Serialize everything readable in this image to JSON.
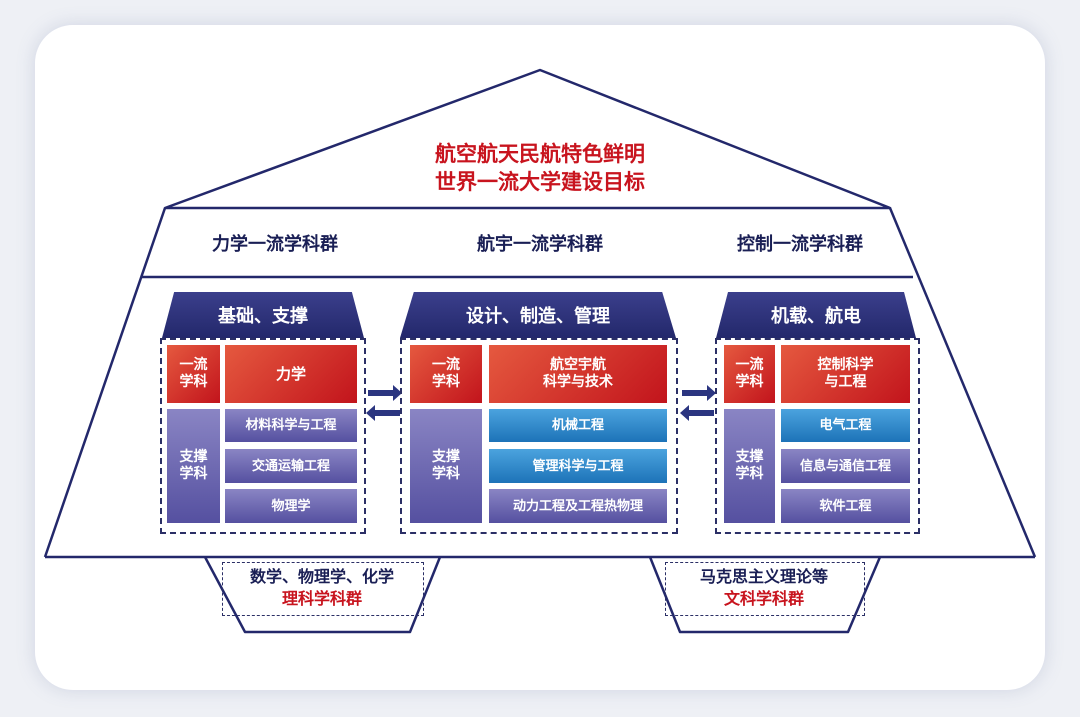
{
  "goal": {
    "line1": "航空航天民航特色鲜明",
    "line2": "世界一流大学建设目标"
  },
  "bands": [
    "力学一流学科群",
    "航宇一流学科群",
    "控制一流学科群"
  ],
  "columns": [
    {
      "header": "基础、支撑",
      "first_label": "一流\n学科",
      "first": "力学",
      "support_label": "支撑\n学科",
      "support": [
        "材料科学与工程",
        "交通运输工程",
        "物理学"
      ]
    },
    {
      "header": "设计、制造、管理",
      "first_label": "一流\n学科",
      "first": "航空宇航\n科学与技术",
      "support_label": "支撑\n学科",
      "support": [
        "机械工程",
        "管理科学与工程",
        "动力工程及工程热物理"
      ]
    },
    {
      "header": "机载、航电",
      "first_label": "一流\n学科",
      "first": "控制科学\n与工程",
      "support_label": "支撑\n学科",
      "support": [
        "电气工程",
        "信息与通信工程",
        "软件工程"
      ]
    }
  ],
  "feet": [
    {
      "line1": "数学、物理学、化学",
      "line2": "理科学科群"
    },
    {
      "line1": "马克思主义理论等",
      "line2": "文科学科群"
    }
  ],
  "colors": {
    "red": "#c8141e",
    "navy": "#23286b",
    "blue": "#1d73b8",
    "purple": "#5550a0"
  }
}
